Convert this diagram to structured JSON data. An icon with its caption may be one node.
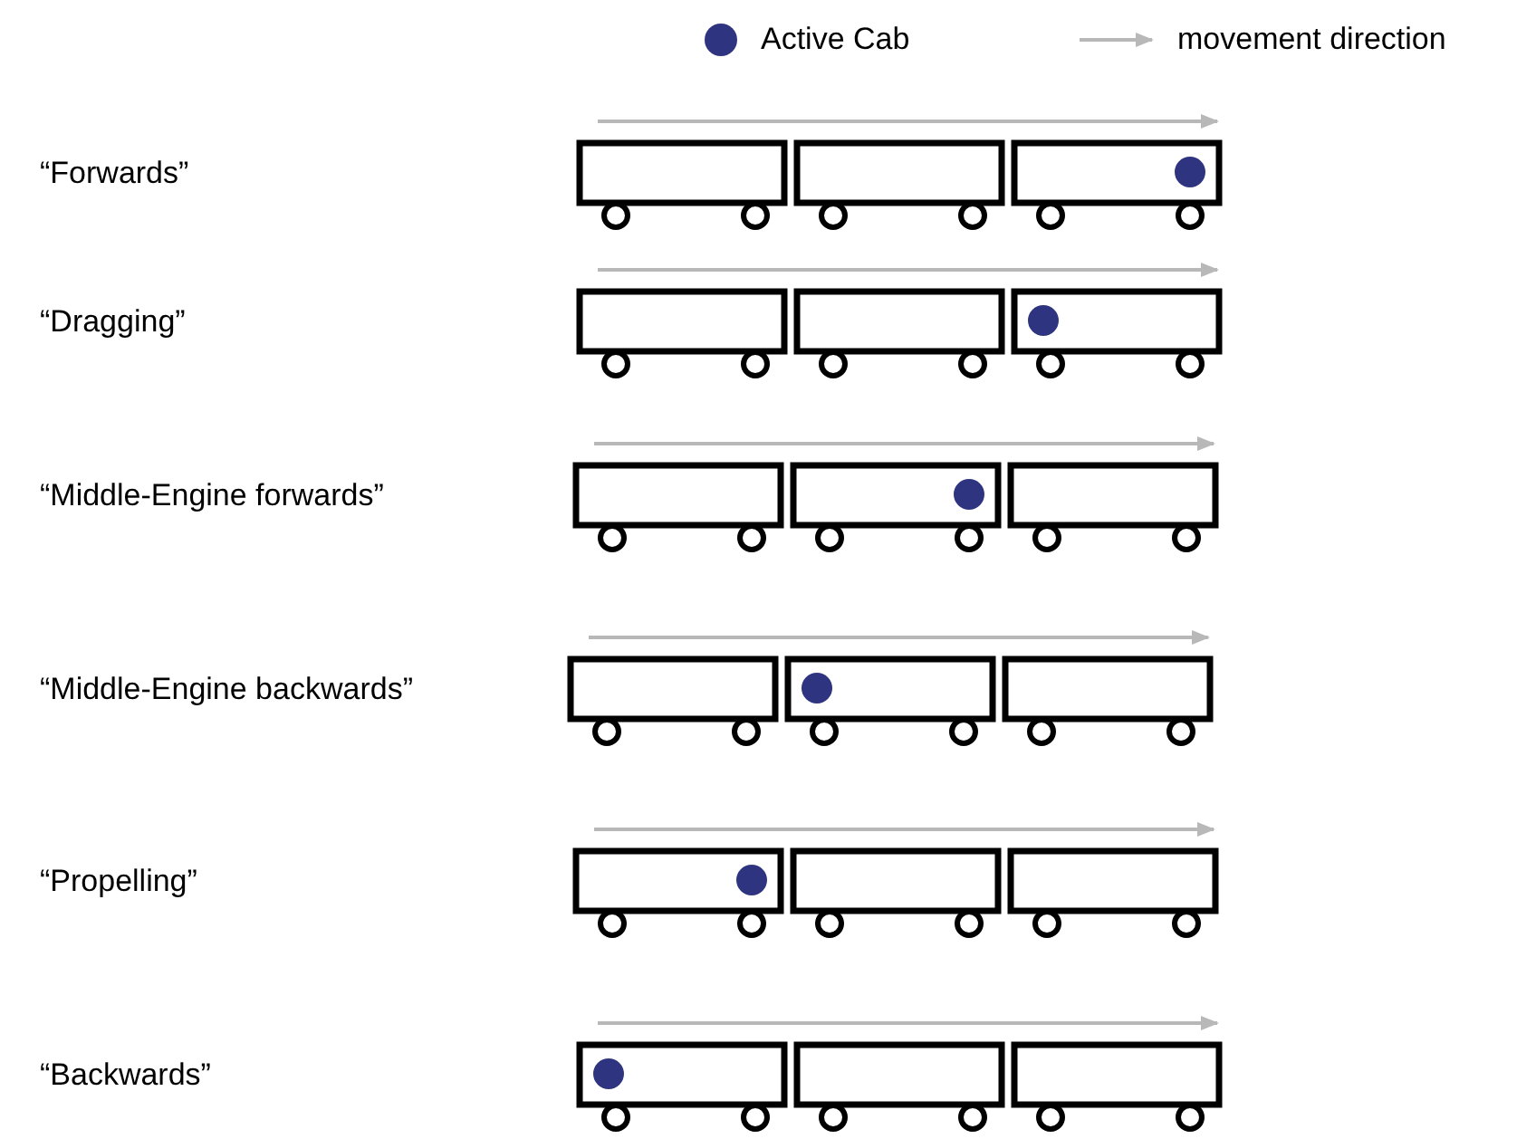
{
  "diagram": {
    "labels": [
      "“Forwards”",
      "“Dragging”",
      "“Middle-Engine forwards”",
      "“Middle-Engine backwards”",
      "“Propelling”",
      "“Backwards”"
    ],
    "legend": [
      {
        "text": "Active Cab",
        "color": "#2e3480"
      },
      {
        "text": "movement direction"
      }
    ]
  }
}
